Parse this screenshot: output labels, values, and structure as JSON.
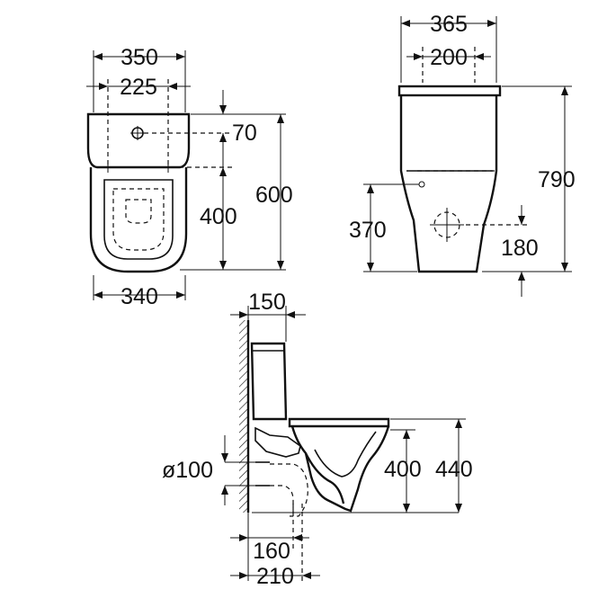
{
  "top_view": {
    "dim_width_overall": "350",
    "dim_width_fixing": "225",
    "dim_fixing_offset": "70",
    "dim_fixing_to_front": "400",
    "dim_depth_overall": "600",
    "dim_width_base": "340"
  },
  "front_view": {
    "dim_cistern_width": "365",
    "dim_inner_width": "200",
    "dim_total_height": "790",
    "dim_inlet_height": "370",
    "dim_outlet_height": "180"
  },
  "side_view": {
    "dim_cistern_offset": "150",
    "dim_outlet_diameter": "ø100",
    "dim_bowl_height": "400",
    "dim_rim_height": "440",
    "dim_outlet_to_wall_min": "160",
    "dim_outlet_to_wall_max": "210"
  }
}
